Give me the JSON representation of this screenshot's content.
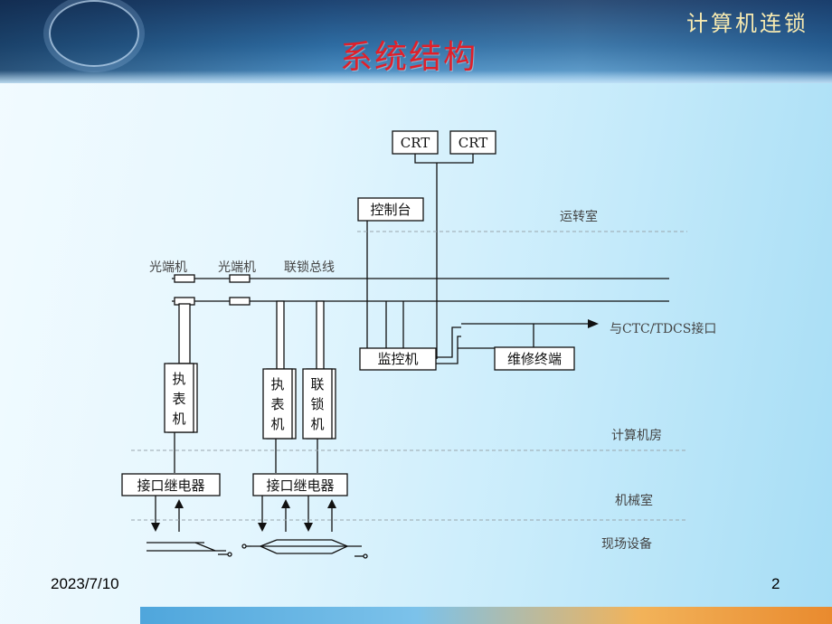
{
  "header": {
    "app_title": "计算机连锁",
    "slide_title": "系统结构"
  },
  "diagram": {
    "crt_left": "CRT",
    "crt_right": "CRT",
    "control_console": "控制台",
    "room_operations": "运转室",
    "optical_left": "光端机",
    "optical_right": "光端机",
    "interlock_bus": "联锁总线",
    "interface_ctc": "与CTC/TDCS接口",
    "monitor_machine": "监控机",
    "maintenance_terminal": "维修终端",
    "exec_left": [
      "执",
      "表",
      "机"
    ],
    "exec_right": [
      "执",
      "表",
      "机"
    ],
    "interlock_machine": [
      "联",
      "锁",
      "机"
    ],
    "room_computer": "计算机房",
    "relay_left": "接口继电器",
    "relay_right": "接口继电器",
    "room_machinery": "机械室",
    "room_field": "现场设备"
  },
  "footer": {
    "date": "2023/7/10",
    "page_number": "2"
  },
  "colors": {
    "title_red": "#e0202a",
    "header_gold": "#f6e9b0",
    "line_color": "#111111"
  }
}
